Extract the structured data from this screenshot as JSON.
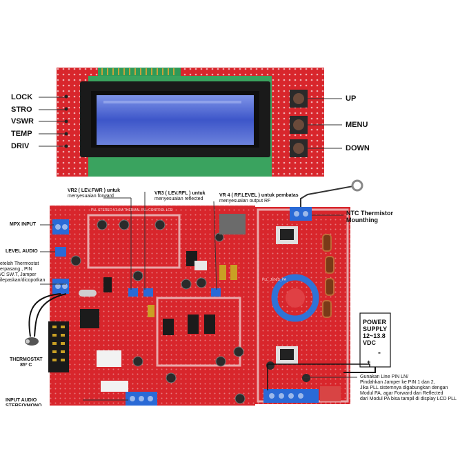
{
  "lcd_module": {
    "left_labels": [
      "LOCK",
      "STRO",
      "VSWR",
      "TEMP",
      "DRIV"
    ],
    "right_labels": [
      "UP",
      "MENU",
      "DOWN"
    ]
  },
  "board": {
    "vr2": [
      "VR2 ( LEV.FWR ) untuk",
      "menyesuaian forward"
    ],
    "vr3": [
      "VR3 ( LEV.RFL ) untuk",
      "menyesuaian reflected"
    ],
    "vr4": [
      "VR 4 ( RF.LEVEL ) untuk pembatas",
      "menyesuaian output RF"
    ],
    "ntc": [
      "NTC Thermistor",
      "Mounthing"
    ],
    "mpx_input": "MPX INPUT",
    "level_audio": "LEVEL AUDIO",
    "thermostat_note": [
      "etelah Thermostat",
      "erpasang , PIN",
      "/C SW.T, Jamper",
      "ilepaskan/dicopotkan"
    ],
    "thermostat": [
      "THERMOSTAT",
      "85º C"
    ],
    "input_audio": "INPUT AUDIO",
    "input_audio_cut": "STEREO/MONO",
    "power_supply": [
      "POWER",
      "SUPPLY",
      "12~13.8",
      "VDC"
    ],
    "polarity_plus": "+",
    "polarity_minus": "-",
    "pin_note": [
      "Gunakan Line PIN LN/",
      "Pindahkan Jamper ke PIN 1 dan 2,",
      "Jika PLL sistemnya digabungkan dengan",
      "Modul PA, agar Forward dan Reflected",
      "dari Modul PA bisa tampil di display LCD PLL"
    ],
    "pcb_title": "PLL STEREO V3.0M  THERMAL PLL CONTROL LCD",
    "pa_title": "PLL_JENIS_PA"
  },
  "colors": {
    "pcb_red": "#d8262c",
    "pcb_dark": "#a8151b",
    "lcd_blue": "#3d56c9",
    "lcd_bezel": "#1a1a1a",
    "terminal_blue": "#2a6ad6"
  }
}
